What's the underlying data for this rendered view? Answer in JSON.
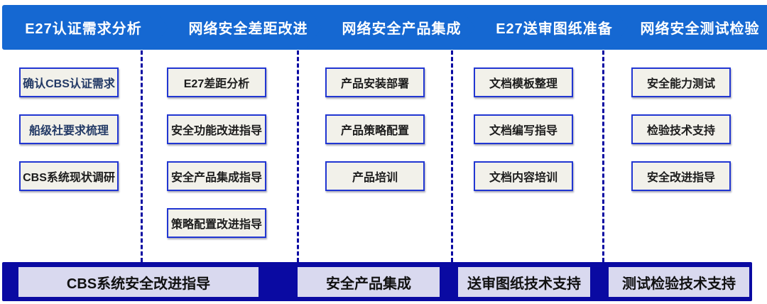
{
  "colors": {
    "arrow_blue": "#1568d2",
    "bar_navy": "#0a0aa2",
    "box_border_blue": "#2136d2",
    "box_fill": "#f2f1ea",
    "footer_box_fill": "#d9d9ef",
    "accent_text_navy": "#233a66"
  },
  "phases": [
    {
      "label": "E27认证需求分析",
      "tasks": [
        "确认CBS认证需求",
        "船级社要求梳理",
        "CBS系统现状调研"
      ]
    },
    {
      "label": "网络安全差距改进",
      "tasks": [
        "E27差距分析",
        "安全功能改进指导",
        "安全产品集成指导",
        "策略配置改进指导"
      ]
    },
    {
      "label": "网络安全产品集成",
      "tasks": [
        "产品安装部署",
        "产品策略配置",
        "产品培训"
      ]
    },
    {
      "label": "E27送审图纸准备",
      "tasks": [
        "文档模板整理",
        "文档编写指导",
        "文档内容培训"
      ]
    },
    {
      "label": "网络安全测试检验",
      "tasks": [
        "安全能力测试",
        "检验技术支持",
        "安全改进指导"
      ]
    }
  ],
  "footer": {
    "services": [
      "CBS系统安全改进指导",
      "安全产品集成",
      "送审图纸技术支持",
      "测试检验技术支持"
    ]
  }
}
